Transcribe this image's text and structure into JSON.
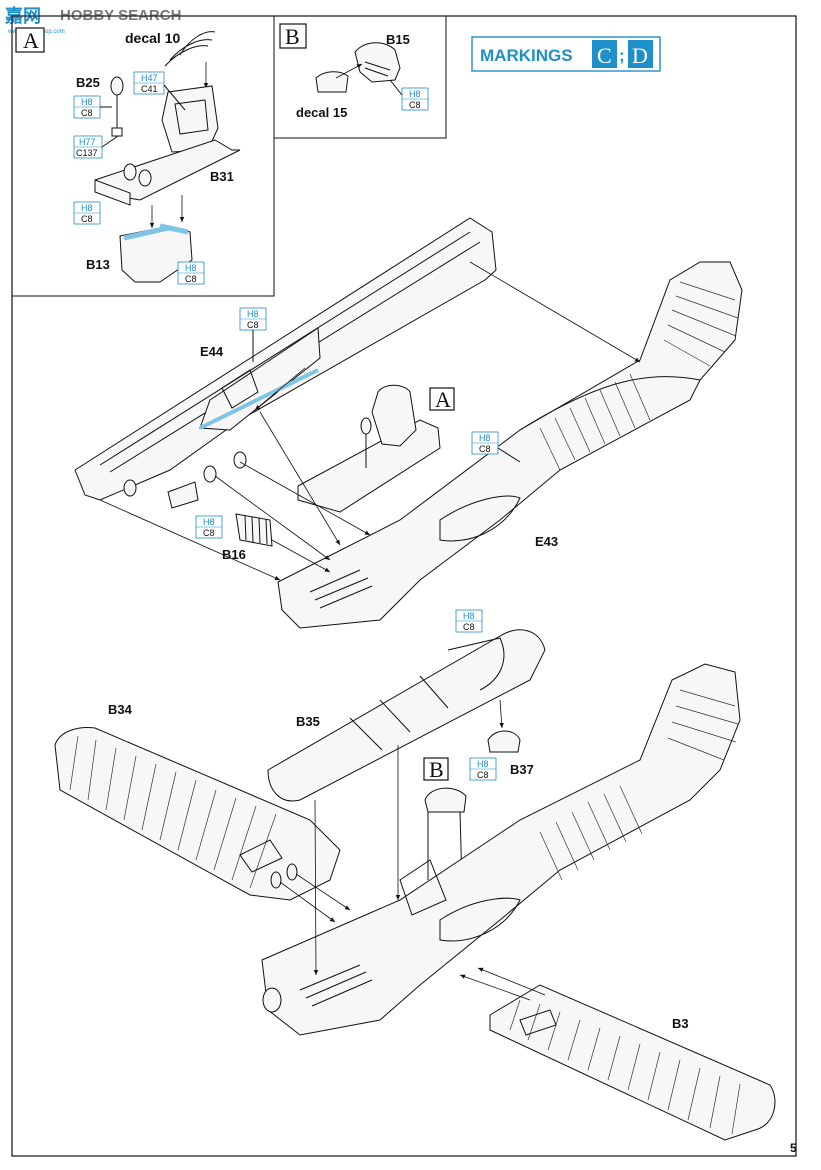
{
  "watermark": {
    "text": "HOBBY SEARCH",
    "logo_chars": "嘉网",
    "site": "www.hobbyshop.com"
  },
  "inset_a": {
    "step": "A",
    "labels": {
      "decal": "decal 10",
      "b25": "B25",
      "b31": "B31",
      "b13": "B13"
    }
  },
  "inset_b": {
    "step": "B",
    "labels": {
      "b15": "B15",
      "decal": "decal 15"
    }
  },
  "markings": {
    "title": "MARKINGS",
    "letter1": "C",
    "separator": ";",
    "letter2": "D"
  },
  "main_labels": {
    "e44": "E44",
    "a_ref": "A",
    "e43": "E43",
    "b16": "B16",
    "b34": "B34",
    "b35": "B35",
    "b_ref": "B",
    "b37": "B37",
    "b3": "B3"
  },
  "color_callouts": {
    "h8": "H8",
    "c8": "C8",
    "h47": "H47",
    "c41": "C41",
    "h77": "H77",
    "c137": "C137"
  },
  "page_number": "5",
  "colors": {
    "accent": "#1f8fc9",
    "markings_box": "#1f8fc9",
    "ink": "#111111"
  }
}
